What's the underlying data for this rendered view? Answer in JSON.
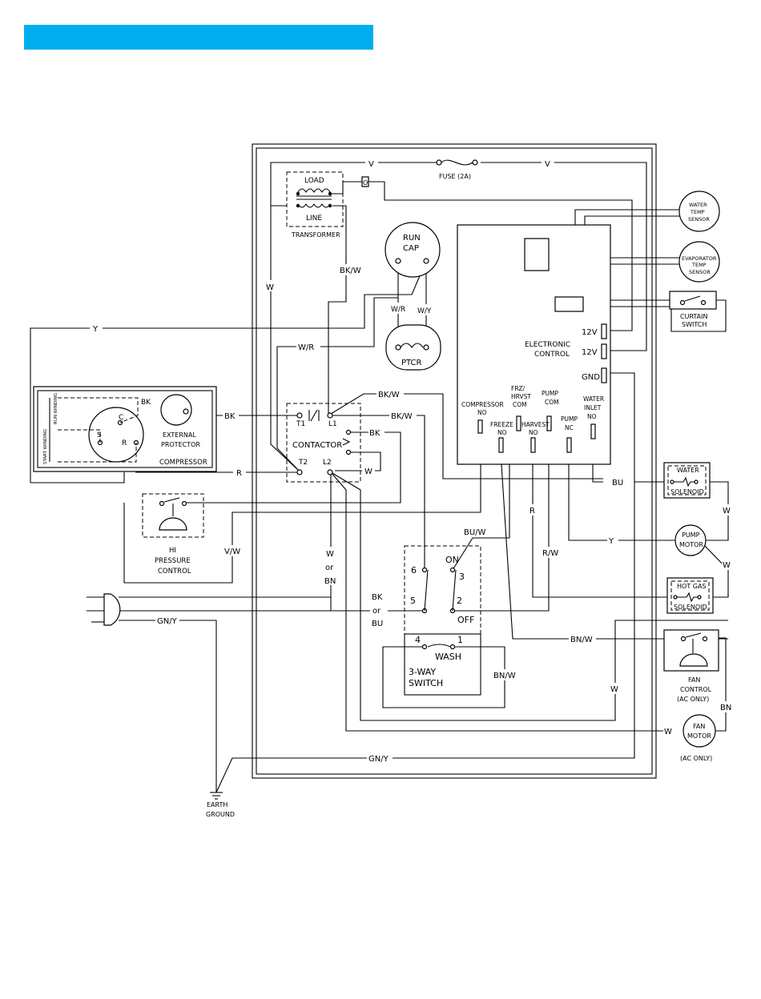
{
  "header": {
    "bar_color": "#00aeef"
  },
  "wires": {
    "v_top_left": "V",
    "v_top_right": "V",
    "o": "O",
    "w_left": "W",
    "y": "Y",
    "bk_w_upper": "BK/W",
    "w_r_left": "W/R",
    "w_r_cap": "W/R",
    "w_y_cap": "W/Y",
    "bk_w_contactor": "BK/W",
    "bk_w_contactor2": "BK/W",
    "bk_contactor": "BK",
    "bk_comp": "BK",
    "bk_protector": "BK",
    "w_contactor": "W",
    "r_comp": "R",
    "v_w": "V/W",
    "w_or_bn_1": "W",
    "w_or_bn_2": "or",
    "w_or_bn_3": "BN",
    "bk_or_bu_1": "BK",
    "bk_or_bu_2": "or",
    "bk_or_bu_3": "BU",
    "gn_y_plug": "GN/Y",
    "gn_y_bottom": "GN/Y",
    "bu": "BU",
    "bu_w": "BU/W",
    "r_harvest": "R",
    "r_w": "R/W",
    "y_pump": "Y",
    "bn_w_fan": "BN/W",
    "bn_w_switch": "BN/W",
    "w_water": "W",
    "w_pump": "W",
    "w_fanmotor": "W",
    "w_center": "W",
    "bn_fan": "BN"
  },
  "components": {
    "fuse": "FUSE (2A)",
    "load": "LOAD",
    "line": "LINE",
    "transformer": "TRANSFORMER",
    "run_cap_1": "RUN",
    "run_cap_2": "CAP",
    "ptcr": "PTCR",
    "water_temp_1": "WATER",
    "water_temp_2": "TEMP",
    "water_temp_3": "SENSOR",
    "evap_temp_1": "EVAPORATOR",
    "evap_temp_2": "TEMP",
    "evap_temp_3": "SENSOR",
    "curtain_1": "CURTAIN",
    "curtain_2": "SWITCH",
    "electronic_1": "ELECTRONIC",
    "electronic_2": "CONTROL",
    "v12_a": "12V",
    "v12_b": "12V",
    "gnd": "GND",
    "compressor_no_1": "COMPRESSOR",
    "compressor_no_2": "NO",
    "frz_1": "FRZ/",
    "frz_2": "HRVST",
    "frz_3": "COM",
    "freeze_1": "FREEZE",
    "freeze_2": "NO",
    "harvest_1": "HARVEST",
    "harvest_2": "NO",
    "pump_com_1": "PUMP",
    "pump_com_2": "COM",
    "pump_nc_1": "PUMP",
    "pump_nc_2": "NC",
    "water_inlet_1": "WATER",
    "water_inlet_2": "INLET",
    "water_inlet_3": "NO",
    "start_winding": "START WINDING",
    "run_winding": "RUN WINDING",
    "comp_c": "C",
    "comp_s": "S",
    "comp_r": "R",
    "ext_prot_1": "EXTERNAL",
    "ext_prot_2": "PROTECTOR",
    "compressor": "COMPRESSOR",
    "t1": "T1",
    "l1": "L1",
    "t2": "T2",
    "l2": "L2",
    "contactor": "CONTACTOR",
    "hi_1": "HI",
    "hi_2": "PRESSURE",
    "hi_3": "CONTROL",
    "sw_6": "6",
    "sw_on": "ON",
    "sw_3": "3",
    "sw_5": "5",
    "sw_2": "2",
    "sw_off": "OFF",
    "sw_4": "4",
    "sw_1": "1",
    "sw_wash": "WASH",
    "sw_name_1": "3-WAY",
    "sw_name_2": "SWITCH",
    "water_sol_1": "WATER",
    "water_sol_2": "SOLENOID",
    "pump_motor_1": "PUMP",
    "pump_motor_2": "MOTOR",
    "hot_gas_1": "HOT GAS",
    "hot_gas_2": "SOLENOID",
    "fan_control_1": "FAN",
    "fan_control_2": "CONTROL",
    "fan_control_3": "(AC ONLY)",
    "fan_motor_1": "FAN",
    "fan_motor_2": "MOTOR",
    "fan_motor_3": "(AC ONLY)",
    "earth_1": "EARTH",
    "earth_2": "GROUND"
  }
}
